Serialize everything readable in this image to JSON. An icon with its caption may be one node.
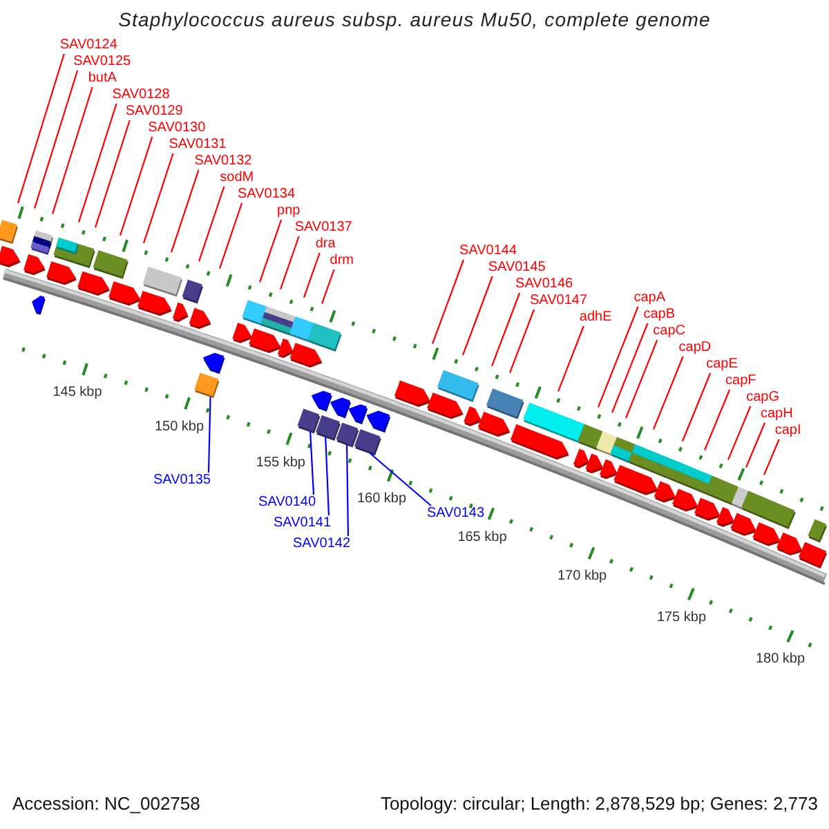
{
  "diagram": {
    "title": "Staphylococcus aureus subsp. aureus Mu50, complete genome",
    "nodes": [
      {
        "text": [
          "SAV0124"
        ]
      },
      {
        "text": [
          "SAV0125"
        ]
      },
      {
        "text": [
          "butA"
        ]
      },
      {
        "text": [
          "SAV0128"
        ]
      },
      {
        "text": [
          "SAV0129"
        ]
      },
      {
        "text": [
          "SAV0130"
        ]
      },
      {
        "text": [
          "SAV0131"
        ]
      },
      {
        "text": [
          "SAV0132"
        ]
      },
      {
        "text": [
          "sodM"
        ]
      },
      {
        "text": [
          "SAV0134"
        ]
      },
      {
        "text": [
          "pnp"
        ]
      },
      {
        "text": [
          "SAV0137"
        ]
      },
      {
        "text": [
          "dra"
        ]
      },
      {
        "text": [
          "drm"
        ]
      },
      {
        "text": [
          "SAV0144"
        ]
      },
      {
        "text": [
          "SAV0145"
        ]
      },
      {
        "text": [
          "SAV0146"
        ]
      },
      {
        "text": [
          "SAV0147"
        ]
      },
      {
        "text": [
          "adhE"
        ]
      },
      {
        "text": [
          "capA"
        ]
      },
      {
        "text": [
          "capB"
        ]
      },
      {
        "text": [
          "capC"
        ]
      },
      {
        "text": [
          "capD"
        ]
      },
      {
        "text": [
          "capE"
        ]
      },
      {
        "text": [
          "capF"
        ]
      },
      {
        "text": [
          "capG"
        ]
      },
      {
        "text": [
          "capH"
        ]
      },
      {
        "text": [
          "capI"
        ]
      },
      {
        "text": [
          "SAV0135"
        ]
      },
      {
        "text": [
          "SAV0140"
        ]
      },
      {
        "text": [
          "SAV0141"
        ]
      },
      {
        "text": [
          "SAV0142"
        ]
      },
      {
        "text": [
          "SAV0143"
        ]
      },
      {
        "text": [],
        "shape": "box"
      },
      {
        "text": [],
        "shape": "box"
      },
      {
        "text": [],
        "shape": "box"
      },
      {
        "text": [],
        "shape": "box"
      },
      {
        "text": [],
        "shape": "box"
      },
      {
        "text": [],
        "shape": "box"
      }
    ],
    "edges": [
      {
        "from": 0,
        "to": null,
        "arrow": "none"
      },
      {
        "from": 1,
        "to": null,
        "arrow": "none"
      },
      {
        "from": 2,
        "to": null,
        "arrow": "none"
      },
      {
        "from": 3,
        "to": null,
        "arrow": "none"
      },
      {
        "from": 4,
        "to": null,
        "arrow": "none"
      },
      {
        "from": 5,
        "to": null,
        "arrow": "none"
      },
      {
        "from": 6,
        "to": null,
        "arrow": "none"
      },
      {
        "from": 7,
        "to": null,
        "arrow": "none"
      },
      {
        "from": 8,
        "to": null,
        "arrow": "none"
      },
      {
        "from": 9,
        "to": null,
        "arrow": "none"
      },
      {
        "from": 10,
        "to": null,
        "arrow": "none"
      },
      {
        "from": 11,
        "to": null,
        "arrow": "none"
      },
      {
        "from": 12,
        "to": null,
        "arrow": "none"
      },
      {
        "from": 13,
        "to": null,
        "arrow": "none"
      },
      {
        "from": 14,
        "to": null,
        "arrow": "none"
      },
      {
        "from": 15,
        "to": null,
        "arrow": "none"
      },
      {
        "from": 16,
        "to": null,
        "arrow": "none"
      },
      {
        "from": 17,
        "to": null,
        "arrow": "none"
      },
      {
        "from": 18,
        "to": null,
        "arrow": "none"
      },
      {
        "from": 19,
        "to": null,
        "arrow": "none"
      },
      {
        "from": 20,
        "to": null,
        "arrow": "none"
      },
      {
        "from": 21,
        "to": null,
        "arrow": "none"
      },
      {
        "from": 22,
        "to": null,
        "arrow": "none"
      },
      {
        "from": 23,
        "to": null,
        "arrow": "none"
      },
      {
        "from": 24,
        "to": null,
        "arrow": "none"
      },
      {
        "from": 25,
        "to": null,
        "arrow": "none"
      },
      {
        "from": 26,
        "to": null,
        "arrow": "none"
      },
      {
        "from": 27,
        "to": null,
        "arrow": "none"
      },
      {
        "from": 28,
        "to": 33,
        "arrow": "none",
        "color": "#0000ff"
      },
      {
        "from": 29,
        "to": 34,
        "arrow": "none",
        "color": "#0000ff"
      },
      {
        "from": 30,
        "to": 35,
        "arrow": "none",
        "color": "#0000ff"
      },
      {
        "from": 31,
        "to": 36,
        "arrow": "none",
        "color": "#0000ff"
      },
      {
        "from": 32,
        "to": 37,
        "arrow": "none",
        "color": "#0000ff"
      }
    ],
    "labels": [
      "145 kbp",
      "150 kbp",
      "155 kbp",
      "160 kbp",
      "165 kbp",
      "170 kbp",
      "175 kbp",
      "180 kbp",
      "Accession: NC_002758",
      "Topology: circular; Length: 2,878,529 bp; Genes: 2,773"
    ]
  }
}
